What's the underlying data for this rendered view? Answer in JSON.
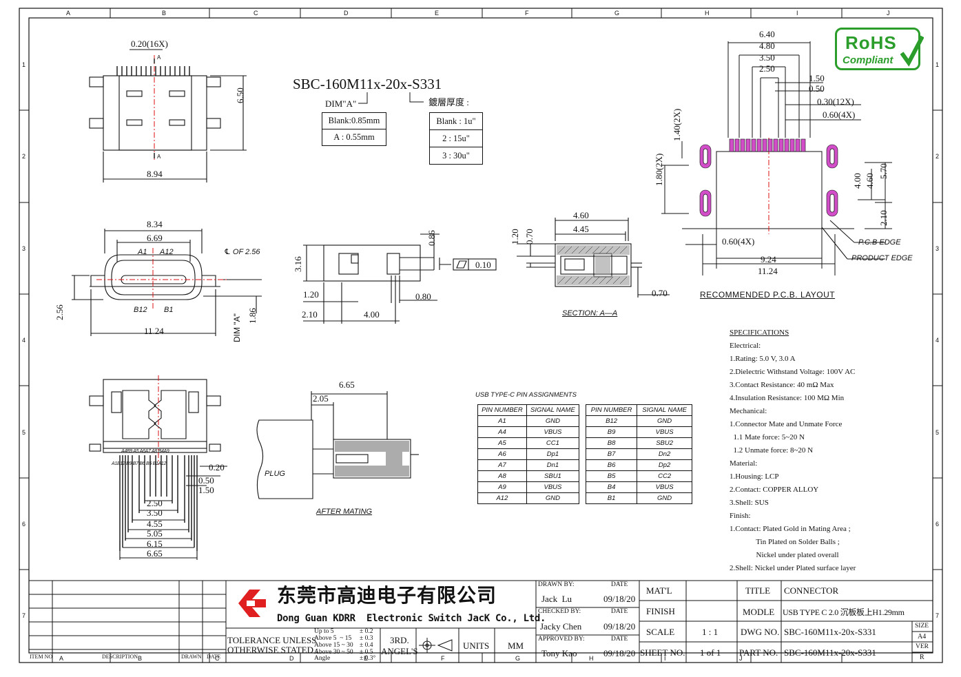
{
  "grid": {
    "cols": [
      "A",
      "B",
      "C",
      "D",
      "E",
      "F",
      "G",
      "H",
      "I",
      "J"
    ],
    "rows": [
      "1",
      "2",
      "3",
      "4",
      "5",
      "6",
      "7"
    ]
  },
  "part_title": "SBC-160M11x-20x-S331",
  "dim_a": {
    "label": "DIM\"A\"",
    "rows": [
      "Blank:0.85mm",
      "A : 0.55mm"
    ]
  },
  "plating": {
    "label": "鍍層厚度 :",
    "rows": [
      "Blank : 1u\"",
      "2 : 15u\"",
      "3 : 30u\""
    ]
  },
  "rohs": {
    "line1": "RoHS",
    "line2": "Compliant"
  },
  "view_top": {
    "dims": [
      "0.20(16X)",
      "6.50",
      "8.94"
    ],
    "section_mark": "A"
  },
  "view_front": {
    "dims": [
      "8.34",
      "6.69",
      "2.56",
      "11.24",
      "1.86"
    ],
    "centerline": "℄ OF 2.56",
    "dim_a_label": "DIM \"A\"",
    "pins": [
      "A1",
      "A12",
      "B12",
      "B1"
    ]
  },
  "view_side": {
    "dims": [
      "0.86",
      "3.16",
      "1.20",
      "0.80",
      "2.10",
      "4.00"
    ],
    "flatness": "0.10"
  },
  "section": {
    "dims": [
      "4.60",
      "4.45",
      "1.20",
      "0.70",
      "0.70"
    ],
    "label": "SECTION: A—A"
  },
  "pcb_layout": {
    "dims": [
      "6.40",
      "4.80",
      "3.50",
      "2.50",
      "1.50",
      "0.50",
      "0.30(12X)",
      "0.60(4X)",
      "1.40(2X)",
      "1.80(2X)",
      "4.00",
      "4.60",
      "5.70",
      "2.10",
      "0.60(4X)",
      "9.24",
      "11.24"
    ],
    "pcb_edge": "P.C.B EDGE",
    "product_edge": "PRODUCT EDGE",
    "title": "RECOMMENDED P.C.B. LAYOUT"
  },
  "view_bottom": {
    "pin_labels_top": "A4B9 A5 A6A7 A8 B4A9",
    "pin_labels_bottom": "A1B12 B9 B7 B6 B5 B1A12",
    "dims": [
      "0.20",
      "0.50",
      "1.50",
      "2.50",
      "3.50",
      "4.55",
      "5.05",
      "6.15",
      "6.65"
    ]
  },
  "after_mating": {
    "dims": [
      "6.65",
      "2.05"
    ],
    "plug": "PLUG",
    "label": "AFTER MATING"
  },
  "pin_table": {
    "title": "USB TYPE-C PIN ASSIGNMENTS",
    "headers": [
      "PIN NUMBER",
      "SIGNAL NAME"
    ],
    "left": [
      [
        "A1",
        "GND"
      ],
      [
        "A4",
        "VBUS"
      ],
      [
        "A5",
        "CC1"
      ],
      [
        "A6",
        "Dp1"
      ],
      [
        "A7",
        "Dn1"
      ],
      [
        "A8",
        "SBU1"
      ],
      [
        "A9",
        "VBUS"
      ],
      [
        "A12",
        "GND"
      ]
    ],
    "right": [
      [
        "B12",
        "GND"
      ],
      [
        "B9",
        "VBUS"
      ],
      [
        "B8",
        "SBU2"
      ],
      [
        "B7",
        "Dn2"
      ],
      [
        "B6",
        "Dp2"
      ],
      [
        "B5",
        "CC2"
      ],
      [
        "B4",
        "VBUS"
      ],
      [
        "B1",
        "GND"
      ]
    ]
  },
  "specs": {
    "title": "SPECIFICATIONS",
    "lines": [
      "Electrical:",
      "1.Rating: 5.0 V, 3.0 A",
      "2.Dielectric Withstand Voltage: 100V AC",
      "3.Contact Resistance: 40 mΩ Max",
      "4.Insulation Resistance: 100 MΩ Min",
      "Mechanical:",
      "1.Connector Mate and Unmate Force",
      "  1.1 Mate force: 5~20 N",
      "  1.2 Unmate force: 8~20 N",
      "Material:",
      "1.Housing: LCP",
      "2.Contact: COPPER ALLOY",
      "3.Shell: SUS",
      "Finish:",
      "1.Contact: Plated Gold in Mating Area ;",
      "              Tin Plated on Solder Balls ;",
      "              Nickel under plated overall",
      "2.Shell: Nickel under Plated surface layer"
    ]
  },
  "title_block": {
    "company_cn": "东莞市高迪电子有限公司",
    "company_en": "Dong Guan KDRR  Electronic Switch JacK Co., Ltd.",
    "revision_headers": [
      "ITEM NO",
      "DESCRIPTION",
      "DRAWN",
      "DATE"
    ],
    "tolerance_label1": "TOLERANCE UNLESS",
    "tolerance_label2": "OTHERWISE STATED :",
    "tolerance_ranges": [
      "Up to 5",
      "Above 5  ~ 15",
      "Above 15 ~ 30",
      "Above 30 ~ 50",
      "Angle"
    ],
    "tolerance_values": [
      "± 0.2",
      "± 0.3",
      "± 0.4",
      "± 0.5",
      "± 0.3°"
    ],
    "projection": [
      "3RD.",
      "ANGEL'S"
    ],
    "units_label": "UNITS",
    "units_value": "MM",
    "drawn_by_label": "DRAWN BY:",
    "drawn_by": "Jack  Lu",
    "checked_by_label": "CHECKED BY:",
    "checked_by": "Jacky Chen",
    "approved_by_label": "APPROVED BY:",
    "approved_by": "Tony Kao",
    "date_label": "DATE",
    "date": "09/18/20",
    "matl_label": "MAT'L",
    "finish_label": "FINISH",
    "scale_label": "SCALE",
    "scale": "1 : 1",
    "sheet_label": "SHEET NO.",
    "sheet": "1 of 1",
    "title_label": "TITLE",
    "title": "CONNECTOR",
    "modle_label": "MODLE",
    "modle": "USB TYPE C 2.0 沉板板上H1.29mm",
    "dwg_label": "DWG NO.",
    "dwg": "SBC-160M11x-20x-S331",
    "part_label": "PART NO.",
    "part": "SBC-160M11x-20x-S331",
    "size_label": "SIZE",
    "size": "A4",
    "ver_label": "VER",
    "ver": "R"
  }
}
